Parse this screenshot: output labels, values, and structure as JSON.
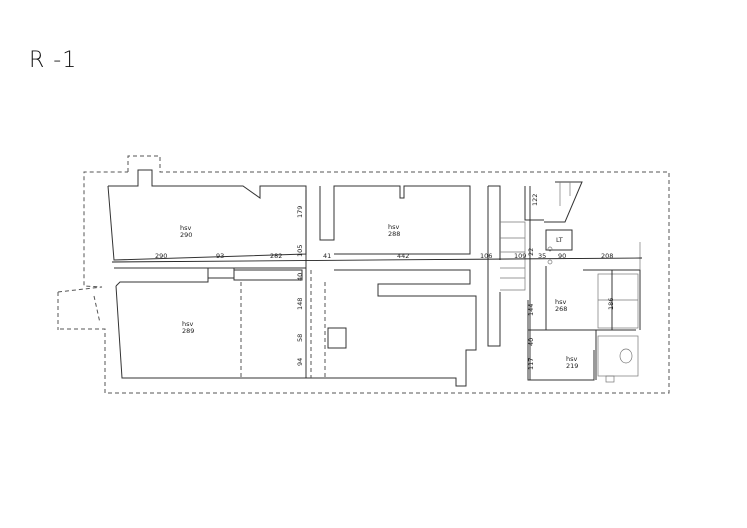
{
  "title": "R -1",
  "rooms": [
    {
      "id": "r290",
      "name": "hsv",
      "number": "290"
    },
    {
      "id": "r288",
      "name": "hsv",
      "number": "288"
    },
    {
      "id": "r289",
      "name": "hsv",
      "number": "289"
    },
    {
      "id": "r268",
      "name": "hsv",
      "number": "268"
    },
    {
      "id": "r219",
      "name": "hsv",
      "number": "219"
    },
    {
      "id": "lt",
      "name": "LT",
      "number": ""
    }
  ],
  "horizontal_dimensions": [
    "290",
    "93",
    "282",
    "41",
    "442",
    "106",
    "109",
    "35",
    "90",
    "208"
  ],
  "vertical_dimensions": [
    "179",
    "105",
    "40",
    "148",
    "58",
    "94",
    "122",
    "22",
    "144",
    "40",
    "117",
    "186"
  ]
}
